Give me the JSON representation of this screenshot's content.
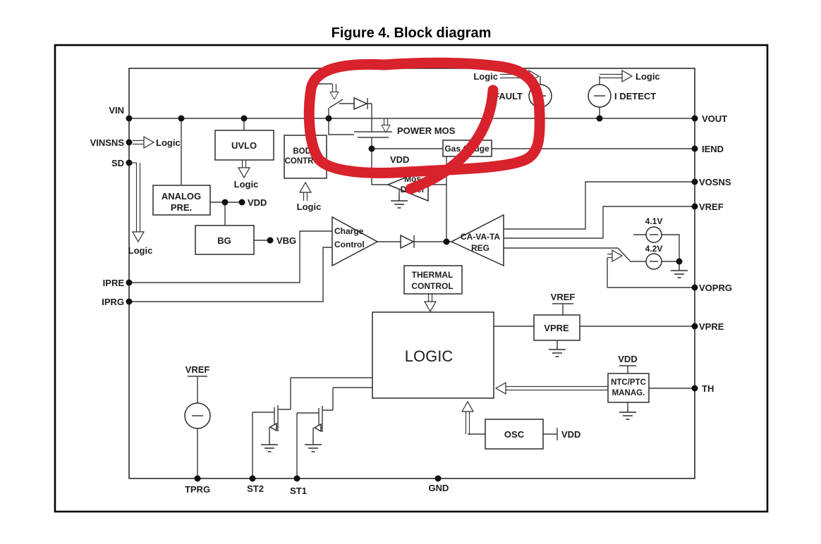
{
  "figure": {
    "title": "Figure 4. Block diagram"
  },
  "labels": {
    "logic": "Logic",
    "vdd": "VDD",
    "vref": "VREF",
    "vbg": "VBG",
    "power_mos": "POWER MOS",
    "v41": "4.1V",
    "v42": "4.2V",
    "i_fault": "I FAULT",
    "i_detect": "I DETECT"
  },
  "pins": {
    "vin": "VIN",
    "vinsns": "VINSNS",
    "sd": "SD",
    "ipre": "IPRE",
    "iprg": "IPRG",
    "vout": "VOUT",
    "iend": "IEND",
    "vosns": "VOSNS",
    "vref": "VREF",
    "voprg": "VOPRG",
    "vpre": "VPRE",
    "th": "TH",
    "tprg": "TPRG",
    "st2": "ST2",
    "st1": "ST1",
    "gnd": "GND"
  },
  "blocks": {
    "uvlo": "UVLO",
    "analog_pre": [
      "ANALOG",
      "PRE."
    ],
    "bg": "BG",
    "body_control": [
      "BODY",
      "CONTROL"
    ],
    "gas_gauge": "Gas Gauge",
    "mos_driver": [
      "Mos",
      "Driver"
    ],
    "charge_control": [
      "Charge",
      "Control"
    ],
    "cavata_reg": [
      "CA-VA-TA",
      "REG"
    ],
    "thermal_control": [
      "THERMAL",
      "CONTROL"
    ],
    "logic_block": "LOGIC",
    "vpre": "VPRE",
    "ntc_ptc": [
      "NTC/PTC",
      "MANAG."
    ],
    "osc": "OSC"
  },
  "annotation": {
    "type": "hand-drawn circle highlight",
    "color": "#d8222c"
  }
}
